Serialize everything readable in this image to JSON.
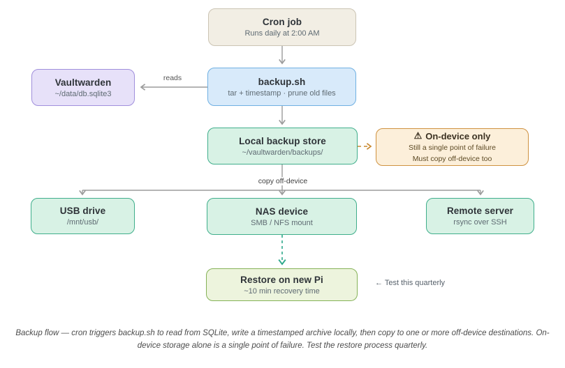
{
  "diagram": {
    "nodes": {
      "cron": {
        "title": "Cron job",
        "subtitle": "Runs daily at 2:00 AM"
      },
      "backup": {
        "title": "backup.sh",
        "subtitle": "tar + timestamp · prune old files"
      },
      "vaultwarden": {
        "title": "Vaultwarden",
        "subtitle": "~/data/db.sqlite3"
      },
      "local": {
        "title": "Local backup store",
        "subtitle": "~/vaultwarden/backups/"
      },
      "warning": {
        "icon": "⚠",
        "title": "On-device only",
        "line1": "Still a single point of failure",
        "line2": "Must copy off-device too"
      },
      "usb": {
        "title": "USB drive",
        "subtitle": "/mnt/usb/"
      },
      "nas": {
        "title": "NAS device",
        "subtitle": "SMB / NFS mount"
      },
      "remote": {
        "title": "Remote server",
        "subtitle": "rsync over SSH"
      },
      "restore": {
        "title": "Restore on new Pi",
        "subtitle": "~10 min recovery time"
      }
    },
    "edge_labels": {
      "reads": "reads",
      "copy_off_device": "copy off-device",
      "test_note": "← Test this quarterly"
    },
    "colors": {
      "cron_bg": "#f2eee4",
      "cron_border": "#cbc4b4",
      "backup_bg": "#d8eafa",
      "backup_border": "#6fb0e2",
      "vault_bg": "#e7e1f9",
      "vault_border": "#a08fdc",
      "green_bg": "#d8f2e5",
      "green_border": "#3fae8b",
      "warn_bg": "#fcefda",
      "warn_border": "#cf9240",
      "restore_bg": "#edf4dd",
      "restore_border": "#85b257",
      "wire_gray": "#9b9b9b",
      "wire_orange": "#c9882f",
      "wire_teal": "#2fa98c"
    },
    "caption": "Backup flow — cron triggers backup.sh to read from SQLite, write a timestamped archive locally, then copy to one or more off-device destinations. On-device storage alone is a single point of failure. Test the restore process quarterly."
  }
}
